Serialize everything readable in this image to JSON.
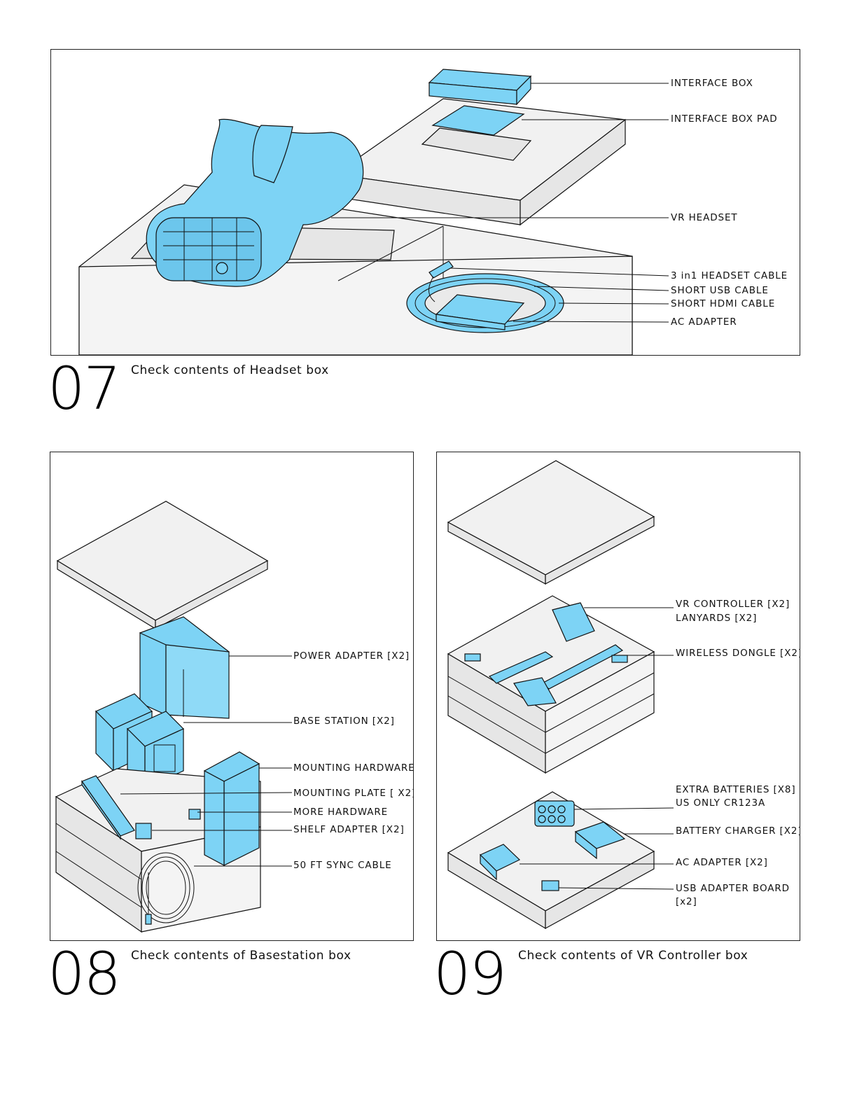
{
  "steps": [
    {
      "number": "07",
      "caption": "Check contents of Headset box",
      "labels": [
        "INTERFACE BOX",
        "INTERFACE BOX PAD",
        "VR HEADSET",
        "3 in1 HEADSET CABLE",
        "SHORT USB CABLE",
        "SHORT HDMI CABLE",
        "AC ADAPTER"
      ]
    },
    {
      "number": "08",
      "caption": "Check contents of Basestation box",
      "labels": [
        "POWER ADAPTER [X2]",
        "BASE STATION [X2]",
        "MOUNTING HARDWARE",
        "MOUNTING PLATE [ X2]",
        "MORE HARDWARE",
        "SHELF ADAPTER [X2]",
        "50 FT SYNC CABLE"
      ]
    },
    {
      "number": "09",
      "caption": "Check contents of VR Controller box",
      "labels": [
        "VR CONTROLLER  [X2]",
        "LANYARDS [X2]",
        "WIRELESS DONGLE [X2]",
        "EXTRA BATTERIES  [X8]",
        "US ONLY   CR123A",
        "BATTERY CHARGER [X2]",
        "AC ADAPTER [X2]",
        "USB ADAPTER BOARD",
        "[x2]"
      ]
    }
  ],
  "colors": {
    "component": "#7dd3f5",
    "foam": "#e6e6e6",
    "line": "#111111"
  }
}
